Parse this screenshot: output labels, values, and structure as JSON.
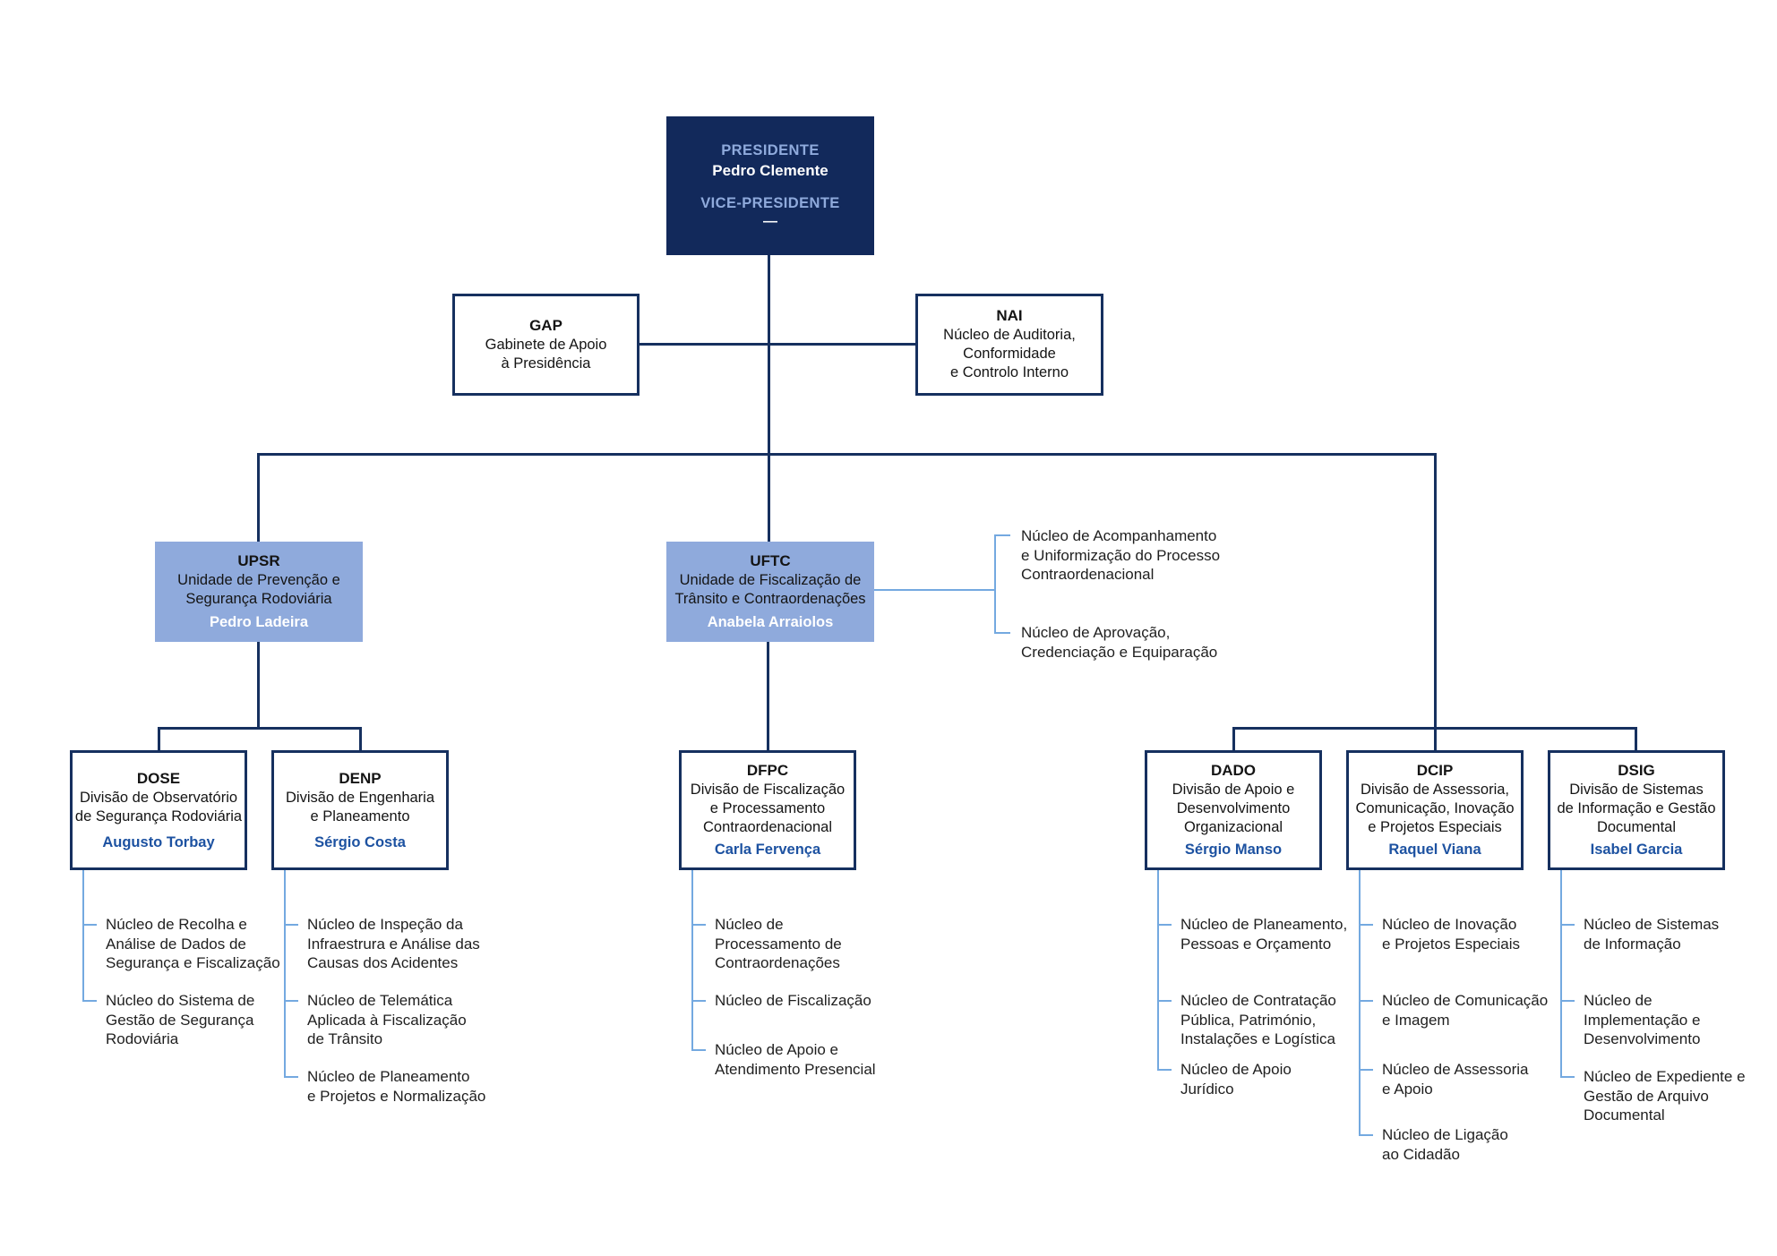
{
  "presidency": {
    "title": "PRESIDENTE",
    "name": "Pedro Clemente",
    "vice_title": "VICE-PRESIDENTE",
    "vice_placeholder": "—"
  },
  "gap": {
    "code": "GAP",
    "name": "Gabinete de Apoio\nà Presidência"
  },
  "nai": {
    "code": "NAI",
    "name": "Núcleo de Auditoria,\nConformidade\ne Controlo Interno"
  },
  "units": [
    {
      "code": "UPSR",
      "name": "Unidade de Prevenção e\nSegurança Rodoviária",
      "head": "Pedro Ladeira"
    },
    {
      "code": "UFTC",
      "name": "Unidade de Fiscalização de\nTrânsito e Contraordenações",
      "head": "Anabela Arraiolos",
      "nuclei": [
        "Núcleo de Acompanhamento\ne Uniformização do Processo\nContraordenacional",
        "Núcleo de Aprovação,\nCredenciação e Equiparação"
      ]
    }
  ],
  "divisions": [
    {
      "code": "DOSE",
      "name": "Divisão de Observatório\nde Segurança Rodoviária",
      "head": "Augusto Torbay",
      "nuclei": [
        "Núcleo de Recolha e\nAnálise de Dados de\nSegurança e Fiscalização",
        "Núcleo do Sistema de\nGestão de Segurança\nRodoviária"
      ]
    },
    {
      "code": "DENP",
      "name": "Divisão de Engenharia\ne Planeamento",
      "head": "Sérgio Costa",
      "nuclei": [
        "Núcleo de Inspeção da\nInfraestrura e Análise das\nCausas dos Acidentes",
        "Núcleo de Telemática\nAplicada à Fiscalização\nde Trânsito",
        "Núcleo de Planeamento\ne Projetos e Normalização"
      ]
    },
    {
      "code": "DFPC",
      "name": "Divisão de Fiscalização\ne Processamento\nContraordenacional",
      "head": "Carla Fervença",
      "nuclei": [
        "Núcleo de\nProcessamento de\nContraordenações",
        "Núcleo de Fiscalização",
        "Núcleo de Apoio e\nAtendimento Presencial"
      ]
    },
    {
      "code": "DADO",
      "name": "Divisão de Apoio e\nDesenvolvimento\nOrganizacional",
      "head": "Sérgio Manso",
      "nuclei": [
        "Núcleo de Planeamento,\nPessoas e Orçamento",
        "Núcleo de Contratação\nPública, Património,\nInstalações e Logística",
        "Núcleo de Apoio\nJurídico"
      ]
    },
    {
      "code": "DCIP",
      "name": "Divisão de Assessoria,\nComunicação, Inovação\ne Projetos Especiais",
      "head": "Raquel Viana",
      "nuclei": [
        "Núcleo de Inovação\ne Projetos Especiais",
        "Núcleo de Comunicação\ne Imagem",
        "Núcleo de Assessoria\ne Apoio",
        "Núcleo de Ligação\nao Cidadão"
      ]
    },
    {
      "code": "DSIG",
      "name": "Divisão de Sistemas\nde Informação e Gestão\nDocumental",
      "head": "Isabel Garcia",
      "nuclei": [
        "Núcleo de Sistemas\nde Informação",
        "Núcleo de\nImplementação e\nDesenvolvimento",
        "Núcleo de Expediente e\nGestão de Arquivo\nDocumental"
      ]
    }
  ],
  "colors": {
    "navy": "#12295B",
    "line_navy": "#16305F",
    "light_blue_fill": "#8FAADC",
    "light_blue_line": "#74A9E0",
    "head_text_blue": "#1D52A1"
  }
}
